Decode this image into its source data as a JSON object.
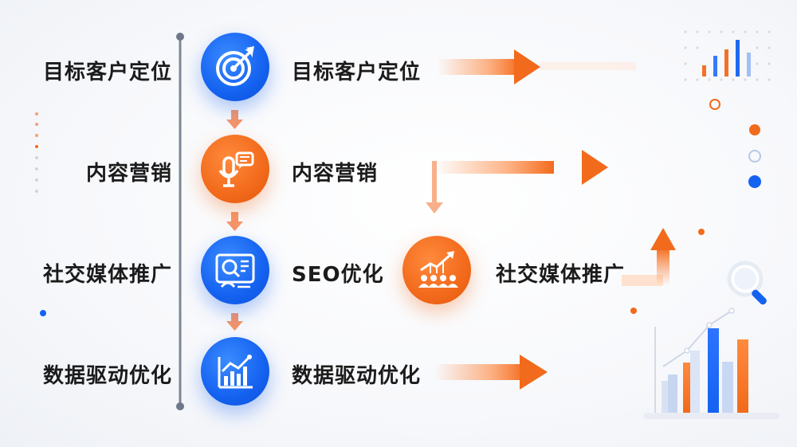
{
  "left_labels": [
    "目标客户定位",
    "内容营销",
    "社交媒体推广",
    "数据驱动优化"
  ],
  "right_labels": [
    "目标客户定位",
    "内容营销",
    "SEO优化",
    "数据驱动优化"
  ],
  "branch_label": "社交媒体推广",
  "icons": {
    "step1": "target-icon",
    "step2": "microphone-chat-icon",
    "step3": "seo-analysis-icon",
    "step4": "growth-chart-icon",
    "branch": "audience-growth-icon"
  },
  "colors": {
    "blue": "#1462f0",
    "orange": "#f26a1b",
    "timeline": "#7d8796"
  }
}
